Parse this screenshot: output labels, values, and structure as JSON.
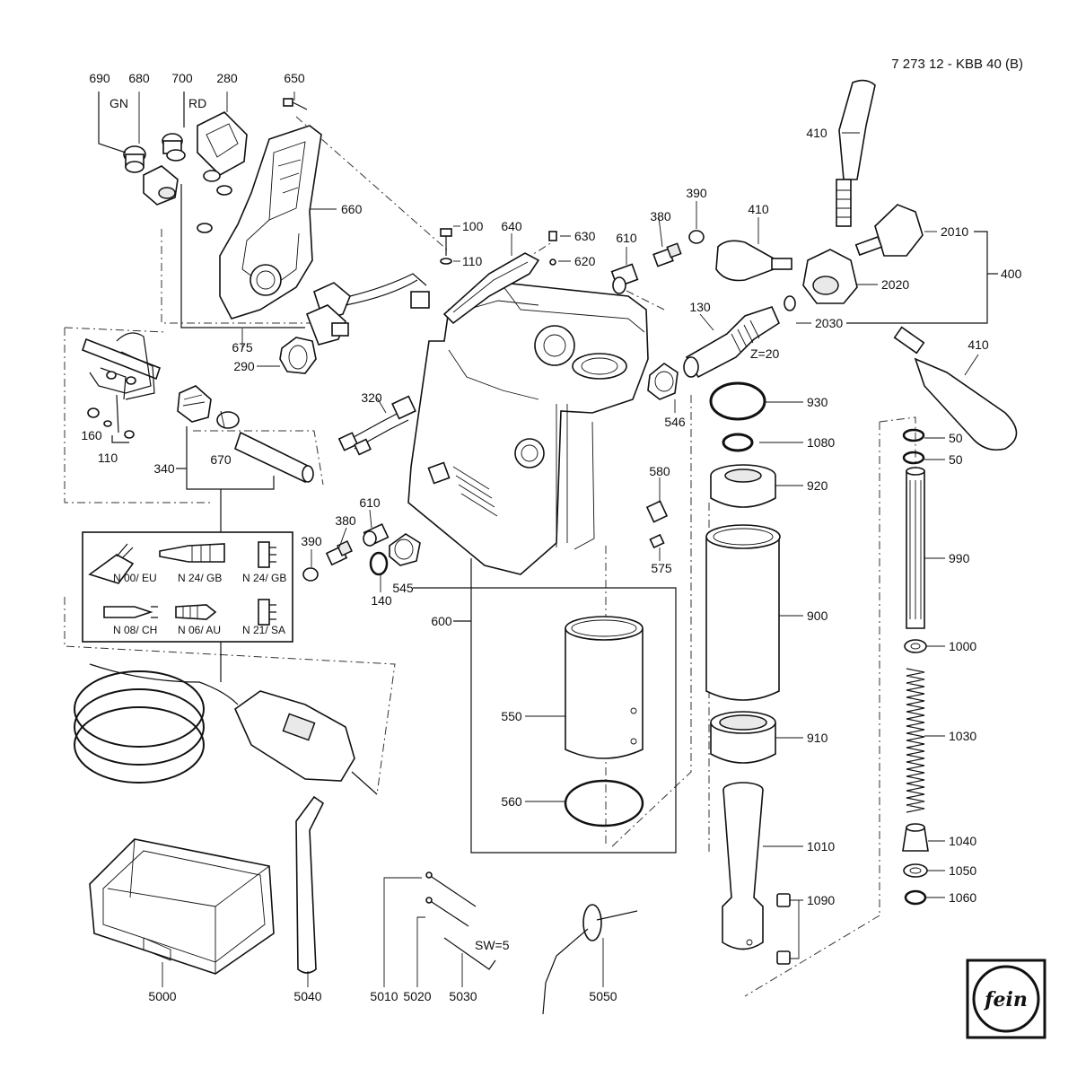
{
  "header": {
    "doc_code": "7 273 12 - KBB 40 (B)"
  },
  "logo": {
    "text": "fein"
  },
  "plugs": [
    {
      "label": "N 00/ EU"
    },
    {
      "label": "N 24/ GB"
    },
    {
      "label": "N 24/ GB"
    },
    {
      "label": "N 08/ CH"
    },
    {
      "label": "N 06/ AU"
    },
    {
      "label": "N 21/ SA"
    }
  ],
  "notes": {
    "gn": "GN",
    "rd": "RD",
    "z20": "Z=20",
    "sw5": "SW=5"
  },
  "labels": {
    "p690": "690",
    "p680": "680",
    "p700": "700",
    "p280": "280",
    "p650": "650",
    "p660": "660",
    "p675": "675",
    "p290": "290",
    "p100": "100",
    "p110a": "110",
    "p640": "640",
    "p630": "630",
    "p620": "620",
    "p610a": "610",
    "p380a": "380",
    "p390a": "390",
    "p410a": "410",
    "p410b": "410",
    "p410c": "410",
    "p2010": "2010",
    "p2020": "2020",
    "p2030": "2030",
    "p400": "400",
    "p130": "130",
    "p546": "546",
    "p930": "930",
    "p1080": "1080",
    "p920": "920",
    "p900": "900",
    "p910": "910",
    "p1010": "1010",
    "p1090": "1090",
    "p50a": "50",
    "p50b": "50",
    "p990": "990",
    "p1000": "1000",
    "p1030": "1030",
    "p1040": "1040",
    "p1050": "1050",
    "p1060": "1060",
    "p160": "160",
    "p110b": "110",
    "p340": "340",
    "p670": "670",
    "p320": "320",
    "p580": "580",
    "p575": "575",
    "p610b": "610",
    "p380b": "380",
    "p390b": "390",
    "p140": "140",
    "p545": "545",
    "p600": "600",
    "p550": "550",
    "p560": "560",
    "p5000": "5000",
    "p5040": "5040",
    "p5010": "5010",
    "p5020": "5020",
    "p5030": "5030",
    "p5050": "5050"
  }
}
